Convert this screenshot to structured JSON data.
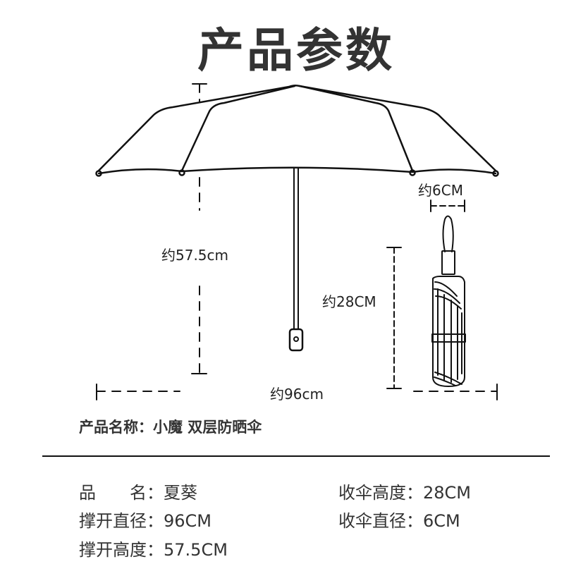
{
  "header": {
    "title": "产品参数"
  },
  "diagram": {
    "open_height_label": "约57.5cm",
    "open_diameter_label": "约96cm",
    "folded_diameter_label": "约6CM",
    "folded_height_label": "约28CM"
  },
  "product_name": {
    "label": "产品名称：",
    "value": "小魔 双层防晒伞"
  },
  "specs": [
    {
      "label": "品　　名：",
      "value": "夏葵"
    },
    {
      "label": "撑开直径：",
      "value": "96CM"
    },
    {
      "label": "撑开高度：",
      "value": "57.5CM"
    },
    {
      "label": "收伞高度：",
      "value": "28CM"
    },
    {
      "label": "收伞直径：",
      "value": "6CM"
    }
  ],
  "colors": {
    "text": "#333333",
    "line": "#111111",
    "background": "#ffffff"
  }
}
